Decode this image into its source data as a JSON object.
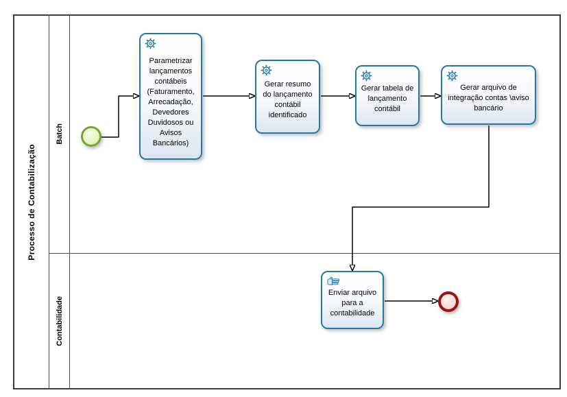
{
  "pool": {
    "title": "Processo de Contabilização"
  },
  "lanes": [
    {
      "label": "Batch"
    },
    {
      "label": "Contabilidade"
    }
  ],
  "tasks": [
    {
      "name": "parametrizar-lancamentos-contabeis",
      "type": "service",
      "icon": "gear-icon",
      "label": "Parametrizar lançamentos contábeis (Faturamento, Arrecadação, Devedores Duvidosos ou Avisos Bancários)"
    },
    {
      "name": "gerar-resumo-lancamento",
      "type": "service",
      "icon": "gear-icon",
      "label": "Gerar resumo do lançamento contábil identificado"
    },
    {
      "name": "gerar-tabela-lancamento",
      "type": "service",
      "icon": "gear-icon",
      "label": "Gerar tabela de lançamento contábil"
    },
    {
      "name": "gerar-arquivo-integracao",
      "type": "service",
      "icon": "gear-icon",
      "label": "Gerar arquivo de integração contas \\aviso bancário"
    },
    {
      "name": "enviar-arquivo-contabilidade",
      "type": "manual",
      "icon": "hand-icon",
      "label": "Enviar arquivo para a contabilidade"
    }
  ],
  "events": [
    {
      "name": "start-event",
      "type": "start",
      "lane": "Batch"
    },
    {
      "name": "end-event",
      "type": "end",
      "lane": "Contabilidade"
    }
  ],
  "flows": [
    {
      "from": "start-event",
      "to": "parametrizar-lancamentos-contabeis"
    },
    {
      "from": "parametrizar-lancamentos-contabeis",
      "to": "gerar-resumo-lancamento"
    },
    {
      "from": "gerar-resumo-lancamento",
      "to": "gerar-tabela-lancamento"
    },
    {
      "from": "gerar-tabela-lancamento",
      "to": "gerar-arquivo-integracao"
    },
    {
      "from": "gerar-arquivo-integracao",
      "to": "enviar-arquivo-contabilidade"
    },
    {
      "from": "enviar-arquivo-contabilidade",
      "to": "end-event"
    }
  ],
  "theme": {
    "task-border": "#2279a8",
    "task-fill-bottom": "#dce6f3",
    "start-border": "#74a52f",
    "start-fill": "#d5e99c",
    "end-border": "#9d1310",
    "end-fill": "#efc4c1",
    "connector": "#000000",
    "line": "#3a3a3a",
    "line-inner": "#4c4c4c"
  }
}
